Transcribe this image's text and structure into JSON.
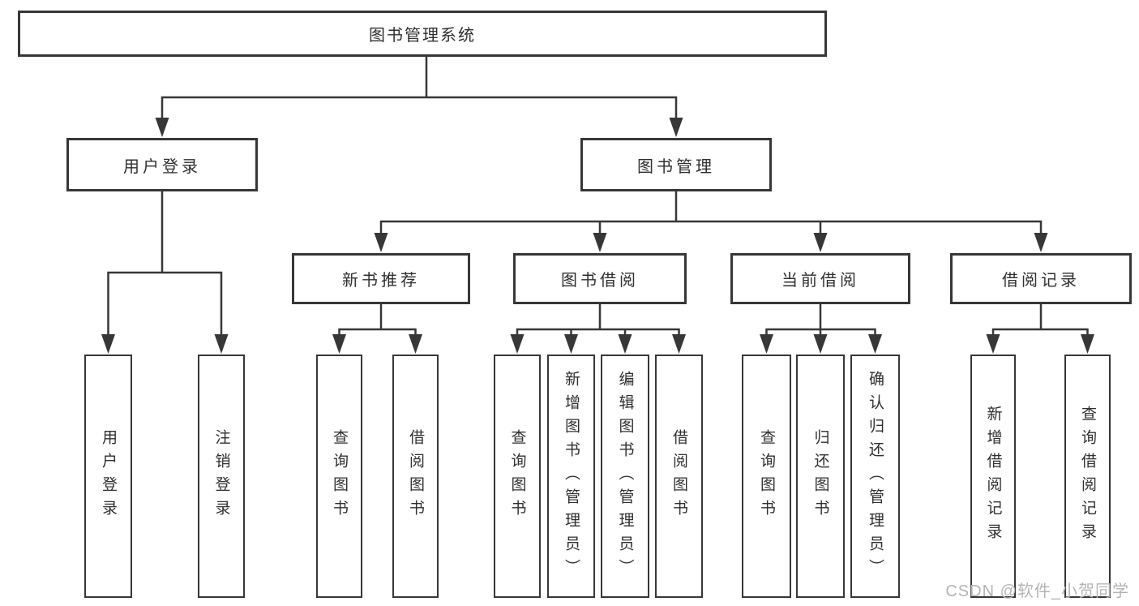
{
  "tree": {
    "root": {
      "label": "图书管理系统",
      "children": [
        {
          "label": "用户登录",
          "children": [
            {
              "label": "用户登录"
            },
            {
              "label": "注销登录"
            }
          ]
        },
        {
          "label": "图书管理",
          "children": [
            {
              "label": "新书推荐",
              "children": [
                {
                  "label": "查询图书"
                },
                {
                  "label": "借阅图书"
                }
              ]
            },
            {
              "label": "图书借阅",
              "children": [
                {
                  "label": "查询图书"
                },
                {
                  "label": "新增图书（管理员）"
                },
                {
                  "label": "编辑图书（管理员）"
                },
                {
                  "label": "借阅图书"
                }
              ]
            },
            {
              "label": "当前借阅",
              "children": [
                {
                  "label": "查询图书"
                },
                {
                  "label": "归还图书"
                },
                {
                  "label": "确认归还（管理员）"
                }
              ]
            },
            {
              "label": "借阅记录",
              "children": [
                {
                  "label": "新增借阅记录"
                },
                {
                  "label": "查询借阅记录"
                }
              ]
            }
          ]
        }
      ]
    }
  },
  "watermark": {
    "text": "CSDN @软件_小贺同学"
  },
  "colors": {
    "line": "#373737",
    "box_border": "#373737",
    "text": "#2f2f2f",
    "watermark_text": "#b4b4b4",
    "background": "#ffffff"
  }
}
